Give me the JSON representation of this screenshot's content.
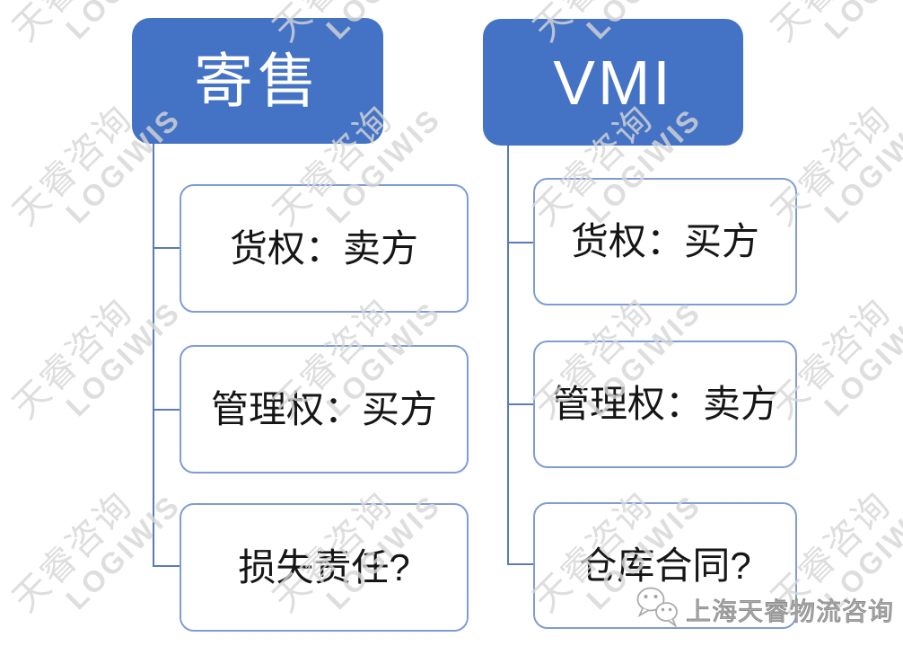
{
  "diagram": {
    "columns": [
      {
        "id": "consignment",
        "header": "寄售",
        "children": [
          "货权：卖方",
          "管理权：买方",
          "损失责任?"
        ]
      },
      {
        "id": "vmi",
        "header": "VMI",
        "children": [
          "货权：买方",
          "管理权：卖方",
          "仓库合同?"
        ]
      }
    ]
  },
  "watermark": {
    "line1": "天睿咨询",
    "line2": "LOGIWIS"
  },
  "footer_logo": {
    "text": "上海天睿物流咨询",
    "icon": "wechat-chat-bubbles-icon"
  },
  "colors": {
    "header_bg": "#4472C4",
    "header_text": "#ffffff",
    "child_border": "#7f9cd6",
    "connector": "#5b7ab8",
    "watermark": "#d7d7d7",
    "logo_text": "#8f8f8f"
  }
}
